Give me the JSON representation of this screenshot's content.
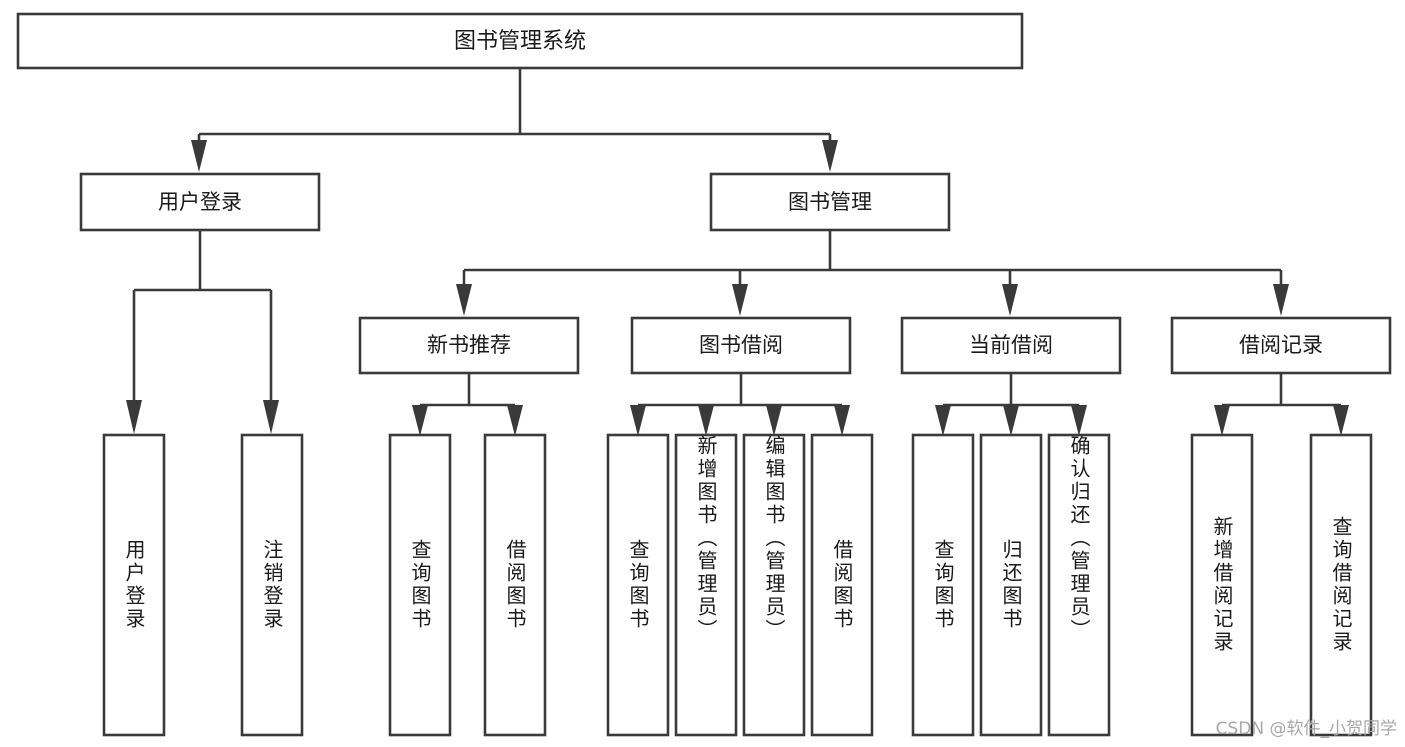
{
  "diagram": {
    "title": "图书管理系统",
    "type": "tree",
    "watermark": "CSDN @软件_小贺同学",
    "colors": {
      "box_stroke": "#3a3a3a",
      "box_fill": "#ffffff",
      "connector": "#3a3a3a",
      "text": "#1a1a1a",
      "background": "#ffffff",
      "watermark": "#a8a8a8"
    },
    "root": {
      "label": "图书管理系统"
    },
    "level2": [
      {
        "label": "用户登录"
      },
      {
        "label": "图书管理"
      }
    ],
    "level3": [
      {
        "label": "新书推荐"
      },
      {
        "label": "图书借阅"
      },
      {
        "label": "当前借阅"
      },
      {
        "label": "借阅记录"
      }
    ],
    "leaves": {
      "user_login": [
        {
          "label": "用户登录"
        },
        {
          "label": "注销登录"
        }
      ],
      "new_book": [
        {
          "label": "查询图书"
        },
        {
          "label": "借阅图书"
        }
      ],
      "book_borrow": [
        {
          "label": "查询图书"
        },
        {
          "label": "新增图书（管理员）"
        },
        {
          "label": "编辑图书（管理员）"
        },
        {
          "label": "借阅图书"
        }
      ],
      "current_borrow": [
        {
          "label": "查询图书"
        },
        {
          "label": "归还图书"
        },
        {
          "label": "确认归还（管理员）"
        }
      ],
      "borrow_record": [
        {
          "label": "新增借阅记录"
        },
        {
          "label": "查询借阅记录"
        }
      ]
    }
  }
}
